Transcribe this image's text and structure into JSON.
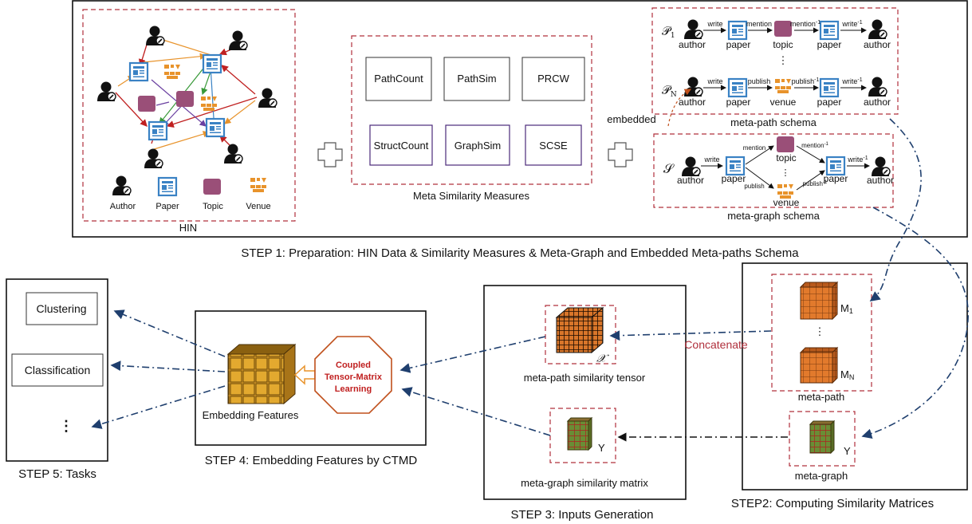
{
  "colors": {
    "dashed_box": "#b0303c",
    "flow_arrow": "#1f3f6e",
    "paper_icon": "#3a82c4",
    "topic_icon": "#9a4f78",
    "venue_icon": "#e8932b",
    "cube_orange": "#e27a2c",
    "cube_green": "#6a8d35",
    "octagon": "#c0501c",
    "concatenate": "#b0303c"
  },
  "step1": {
    "caption": "STEP 1: Preparation: HIN Data & Similarity Measures & Meta-Graph and Embedded Meta-paths Schema",
    "hin": {
      "label": "HIN",
      "legend": {
        "author": "Author",
        "paper": "Paper",
        "topic": "Topic",
        "venue": "Venue"
      }
    },
    "measures": {
      "label": "Meta Similarity Measures",
      "row1": [
        "PathCount",
        "PathSim",
        "PRCW"
      ],
      "row2": [
        "StructCount",
        "GraphSim",
        "SCSE"
      ]
    },
    "meta_path": {
      "label": "meta-path schema",
      "p1": "𝒫",
      "p1_sub": "1",
      "pn": "𝒫",
      "pn_sub": "N",
      "n_author": "author",
      "n_paper": "paper",
      "n_topic": "topic",
      "n_venue": "venue",
      "e_write": "write",
      "e_mention": "mention",
      "e_mention_inv": "mention",
      "e_publish": "publish",
      "e_publish_inv": "publish",
      "e_write_inv": "write",
      "inv_sup": "-1",
      "vdots": "⋮"
    },
    "embedded_label": "embedded",
    "meta_graph": {
      "label": "meta-graph schema",
      "s": "𝒮",
      "n_author": "author",
      "n_paper": "paper",
      "n_topic": "topic",
      "n_venue": "venue",
      "e_write": "write",
      "e_mention": "mention",
      "e_mention_inv": "mention",
      "e_publish": "publish",
      "e_publish_inv": "publish",
      "e_write_inv": "write",
      "inv_sup": "-1",
      "vdots": "⋮"
    }
  },
  "step2": {
    "caption": "STEP2: Computing Similarity Matrices",
    "m1": "M",
    "m1_sub": "1",
    "mn": "M",
    "mn_sub": "N",
    "vdots": "⋮",
    "meta_path_label": "meta-path",
    "y": "Y",
    "meta_graph_label": "meta-graph",
    "concatenate": "Concatenate"
  },
  "step3": {
    "caption": "STEP 3: Inputs Generation",
    "x": "𝒳",
    "tensor_label": "meta-path similarity tensor",
    "y": "Y",
    "matrix_label": "meta-graph similarity matrix"
  },
  "step4": {
    "caption": "STEP 4: Embedding Features by CTMD",
    "octagon_line1": "Coupled",
    "octagon_line2": "Tensor-Matrix",
    "octagon_line3": "Learning",
    "embedding_label": "Embedding  Features"
  },
  "step5": {
    "caption": "STEP 5: Tasks",
    "clustering": "Clustering",
    "classification": "Classification",
    "dots": "⋮"
  }
}
